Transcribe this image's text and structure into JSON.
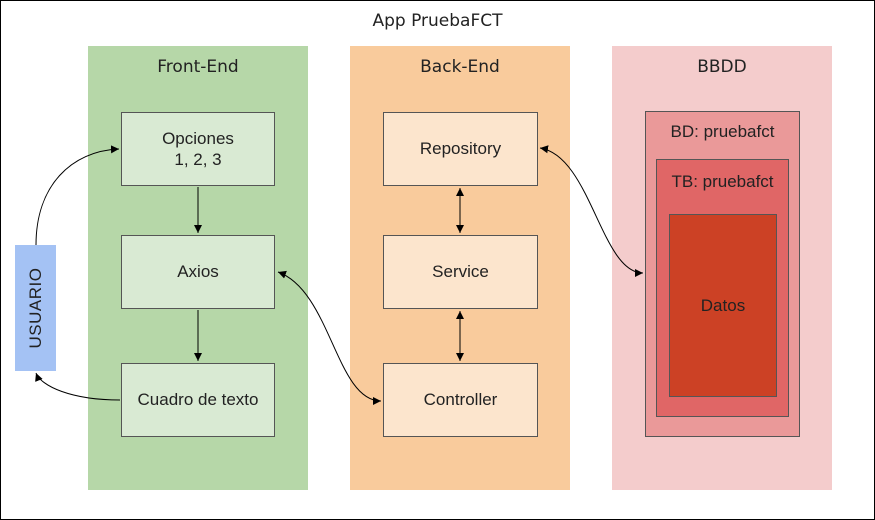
{
  "title": "App PruebaFCT",
  "user_label": "USUARIO",
  "columns": {
    "frontend": {
      "title": "Front-End",
      "boxes": {
        "opciones": "Opciones\n1, 2, 3",
        "axios": "Axios",
        "cuadro": "Cuadro de texto"
      }
    },
    "backend": {
      "title": "Back-End",
      "boxes": {
        "repository": "Repository",
        "service": "Service",
        "controller": "Controller"
      }
    },
    "bbdd": {
      "title": "BBDD",
      "bd": "BD: pruebafct",
      "tb": "TB: pruebafct",
      "datos": "Datos"
    }
  },
  "colors": {
    "frontend_bg": "#b6d7a8",
    "frontend_box": "#d9ead3",
    "backend_bg": "#f9cb9c",
    "backend_box": "#fce5cd",
    "bbdd_bg": "#f4cccc",
    "bd_box": "#ea9999",
    "tb_box": "#e06666",
    "datos_box": "#cc4125",
    "user_box": "#a4c2f4"
  }
}
